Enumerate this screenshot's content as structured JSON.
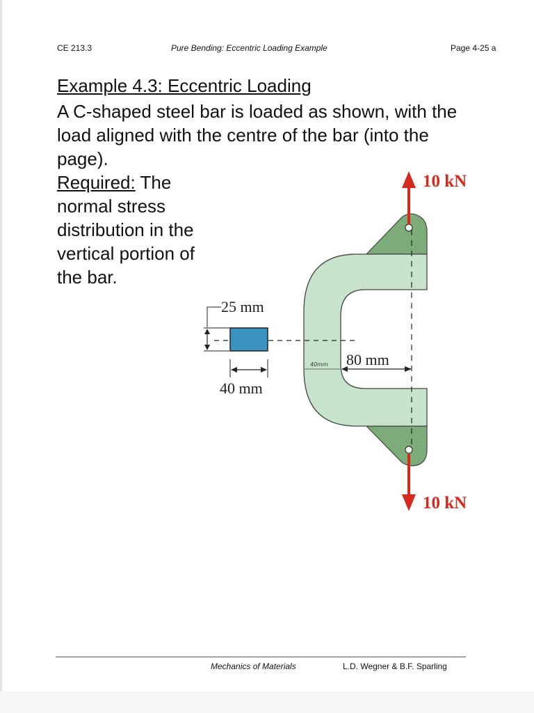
{
  "header": {
    "course": "CE 213.3",
    "topic": "Pure Bending: Eccentric Loading Example",
    "page": "Page 4-25 a"
  },
  "example": {
    "title": "Example 4.3: Eccentric Loading",
    "description": "A C-shaped steel bar is loaded as shown, with the load aligned with the centre of the bar (into the page).",
    "required_label": "Required:",
    "required_text": "The normal stress distribution in the vertical portion of the bar."
  },
  "figure": {
    "load_top": "10 kN",
    "load_bottom": "10 kN",
    "dim_depth": "25 mm",
    "dim_width": "40 mm",
    "dim_thickness_handwritten": "40mm",
    "dim_eccentricity": "80 mm",
    "colors": {
      "bar_light": "#c8e3cc",
      "bar_dark": "#7dab79",
      "section_fill": "#3b93c4",
      "load_arrow": "#d62a1e"
    }
  },
  "footer": {
    "book": "Mechanics of Materials",
    "authors": "L.D. Wegner & B.F. Sparling"
  }
}
